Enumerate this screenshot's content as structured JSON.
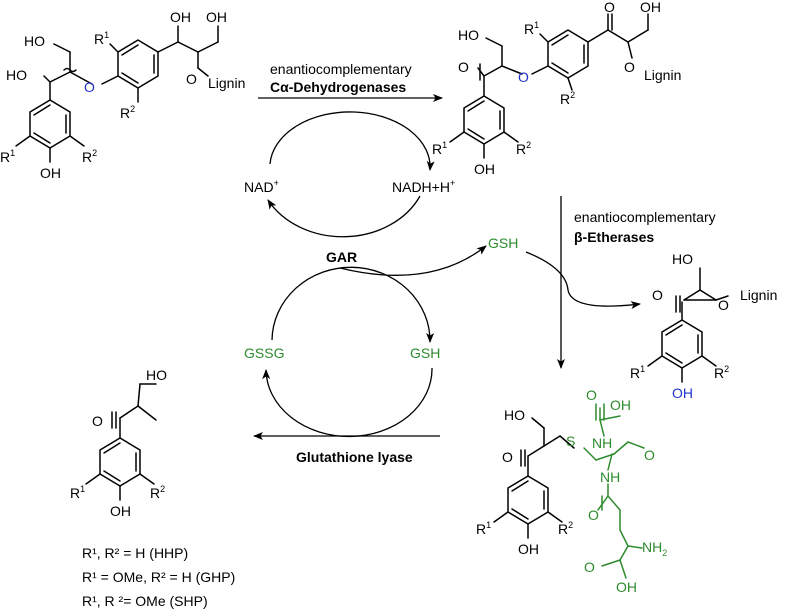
{
  "reaction": {
    "step1_line1": "enantiocomplementary",
    "step1_line2": "Cα-Dehydrogenases",
    "step2_line1": "enantiocomplementary",
    "step2_line2": "β-Etherases",
    "step3": "Glutathione lyase",
    "gar": "GAR",
    "nad": "NAD",
    "nad_sup": "+",
    "nadh": "NADH+H",
    "nadh_sup": "+",
    "gsh_top": "GSH",
    "gsh_mid": "GSH",
    "gssg": "GSSG"
  },
  "labels": {
    "ho": "HO",
    "oh": "OH",
    "o": "O",
    "s": "S",
    "lignin": "Lignin",
    "r": "R",
    "one": "1",
    "two": "2",
    "nh": "NH",
    "nh2": "NH",
    "nh2_sub": "2"
  },
  "legend": {
    "line1": "R¹, R² = H (HHP)",
    "line2": "R¹ = OMe, R² = H (GHP)",
    "line3": "R¹, R ²= OMe (SHP)"
  },
  "colors": {
    "glutathione": "#2e8b2e",
    "ether_oxygen": "#2233cc"
  }
}
